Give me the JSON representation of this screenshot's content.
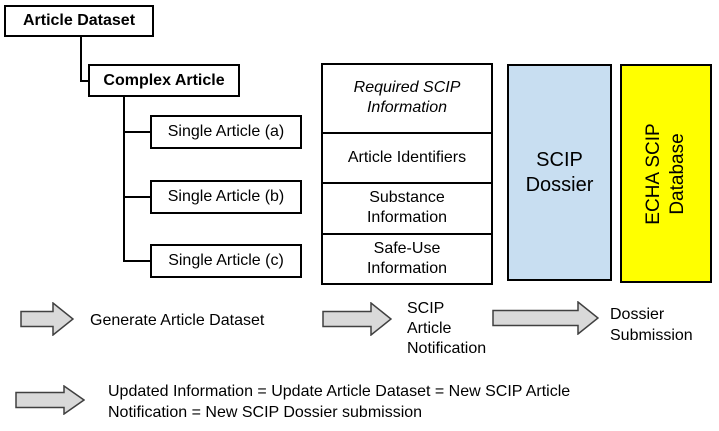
{
  "colors": {
    "box_border": "#000000",
    "scip_dossier_fill": "#C8DEF1",
    "echa_fill": "#FFFF00",
    "arrow_fill": "#D9D9D9",
    "arrow_border": "#404040"
  },
  "tree": {
    "root": "Article Dataset",
    "child": "Complex Article",
    "leaves": [
      "Single Article (a)",
      "Single Article (b)",
      "Single Article (c)"
    ]
  },
  "info_panel": {
    "header": "Required SCIP Information",
    "rows": [
      "Article Identifiers",
      "Substance Information",
      "Safe-Use Information"
    ]
  },
  "dossier_box_label": "SCIP Dossier",
  "database_box_lines": [
    "ECHA SCIP",
    "Database"
  ],
  "flow": {
    "step1_label": "Generate Article Dataset",
    "step2_lines": [
      "SCIP",
      "Article",
      "Notification"
    ],
    "step3_lines": [
      "Dossier",
      "Submission"
    ],
    "note_lines": [
      "Updated Information = Update Article Dataset = New SCIP Article",
      "Notification = New SCIP Dossier submission"
    ]
  }
}
